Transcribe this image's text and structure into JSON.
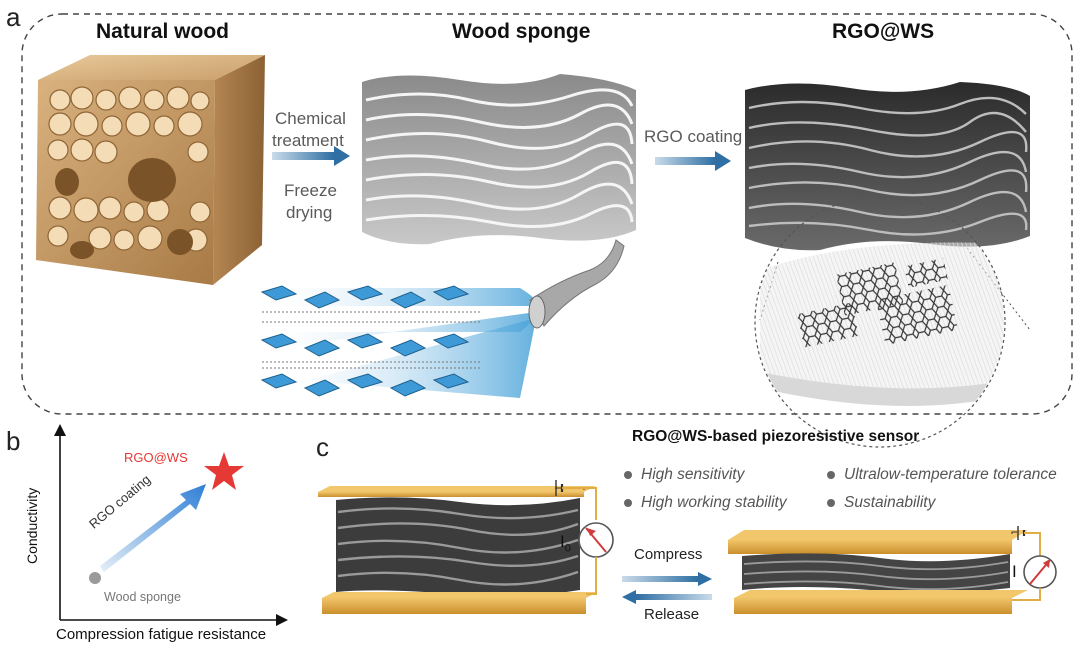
{
  "panel_a": {
    "letter": "a",
    "natural_wood_title": "Natural wood",
    "wood_sponge_title": "Wood sponge",
    "rgo_ws_title": "RGO@WS",
    "step1_line1": "Chemical",
    "step1_line2": "treatment",
    "step2_line1": "Freeze",
    "step2_line2": "drying",
    "step3": "RGO coating"
  },
  "panel_b": {
    "letter": "b",
    "y_axis": "Conductivity",
    "x_axis": "Compression fatigue resistance",
    "point_high": "RGO@WS",
    "point_low": "Wood sponge",
    "arrow_label": "RGO coating"
  },
  "panel_c": {
    "letter": "c",
    "heading": "RGO@WS-based piezoresistive sensor",
    "features": [
      "High sensitivity",
      "Ultralow-temperature tolerance",
      "High working stability",
      "Sustainability"
    ],
    "current_label_left": "I",
    "current_sub_left": "0",
    "current_label_right": "I",
    "compress": "Compress",
    "release": "Release"
  },
  "colors": {
    "arrow_blue": "#2f6fa3",
    "star_red": "#e53935",
    "plate_gold": "#e3ad45",
    "rgo_label_red": "#e53935",
    "cellulose_blue": "#4aa3d9"
  }
}
